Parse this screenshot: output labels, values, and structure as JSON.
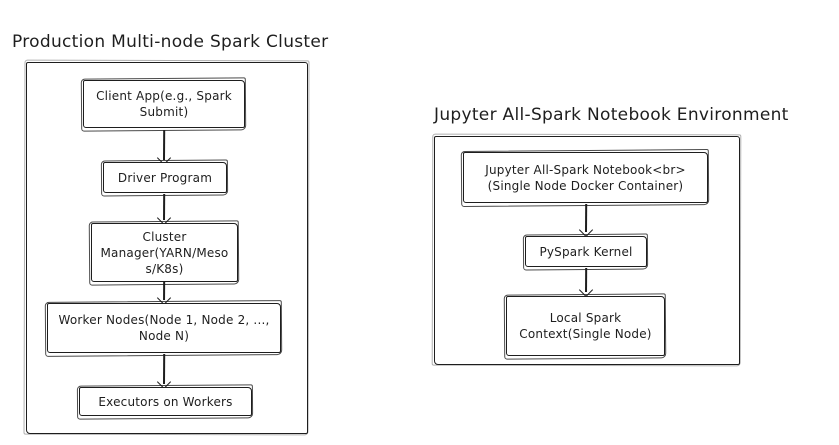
{
  "colors": {
    "stroke": "#1e1e1e",
    "background": "#ffffff"
  },
  "clusters": [
    {
      "id": "production-spark-cluster",
      "title": "Production Multi-node Spark Cluster",
      "nodes": [
        {
          "id": "client-app",
          "label": "Client App(e.g., Spark\nSubmit)"
        },
        {
          "id": "driver-program",
          "label": "Driver Program"
        },
        {
          "id": "cluster-manager",
          "label": "Cluster\nManager(YARN/Meso\ns/K8s)"
        },
        {
          "id": "worker-nodes",
          "label": "Worker Nodes(Node 1, Node 2, ...,\nNode N)"
        },
        {
          "id": "executors",
          "label": "Executors on Workers"
        }
      ],
      "edges": [
        {
          "from": "client-app",
          "to": "driver-program"
        },
        {
          "from": "driver-program",
          "to": "cluster-manager"
        },
        {
          "from": "cluster-manager",
          "to": "worker-nodes"
        },
        {
          "from": "worker-nodes",
          "to": "executors"
        }
      ]
    },
    {
      "id": "jupyter-notebook-environment",
      "title": "Jupyter All-Spark Notebook Environment",
      "nodes": [
        {
          "id": "jupyter-notebook",
          "label": "Jupyter All-Spark Notebook<br>\n(Single Node Docker Container)"
        },
        {
          "id": "pyspark-kernel",
          "label": "PySpark Kernel"
        },
        {
          "id": "local-spark-context",
          "label": "Local Spark\nContext(Single Node)"
        }
      ],
      "edges": [
        {
          "from": "jupyter-notebook",
          "to": "pyspark-kernel"
        },
        {
          "from": "pyspark-kernel",
          "to": "local-spark-context"
        }
      ]
    }
  ]
}
